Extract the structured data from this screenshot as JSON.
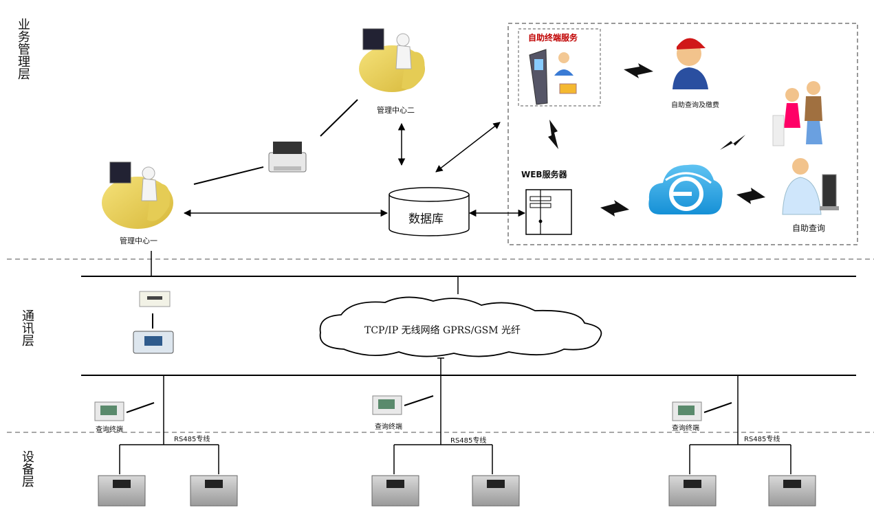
{
  "layers": {
    "business": "业务管理层",
    "communication": "通讯层",
    "device": "设备层"
  },
  "nodes": {
    "center1": "管理中心一",
    "center2": "管理中心二",
    "database": "数据库",
    "web_server": "WEB服务器",
    "self_terminal_service": "自助终端服务",
    "self_query_pay": "自助查询及缴费",
    "self_query": "自助查询",
    "network_cloud": "TCP/IP 无线网络 GPRS/GSM 光纤",
    "query_terminal": "查询终端",
    "rs485": "RS485专线"
  },
  "colors": {
    "accent_red": "#c00000",
    "line": "#000000",
    "dashed": "#888888"
  }
}
